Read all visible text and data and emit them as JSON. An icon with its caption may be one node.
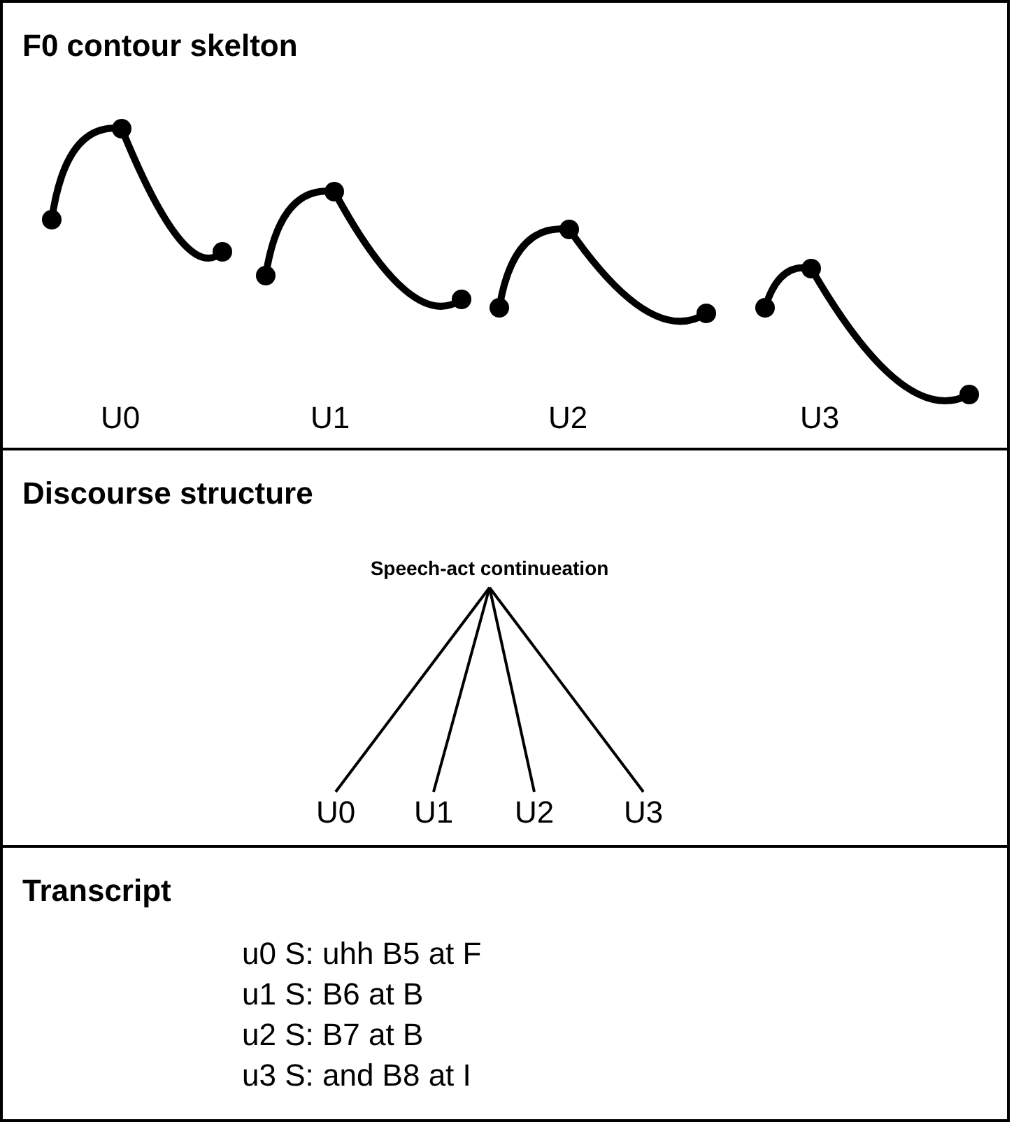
{
  "diagram": {
    "nodes": [
      {
        "text": [
          "F0 contour skelton"
        ]
      },
      {
        "text": [
          "Discourse structure"
        ]
      },
      {
        "text": [
          "Speech-act continueation"
        ],
        "in": 1
      },
      {
        "text": [
          "U0"
        ],
        "in": 1
      },
      {
        "text": [
          "U1"
        ],
        "in": 1
      },
      {
        "text": [
          "U2"
        ],
        "in": 1
      },
      {
        "text": [
          "U3"
        ],
        "in": 1
      },
      {
        "text": [
          "Transcript"
        ]
      }
    ],
    "edges": [
      {
        "from": 2,
        "to": 3,
        "arrow": "none"
      },
      {
        "from": 2,
        "to": 4,
        "arrow": "none"
      },
      {
        "from": 2,
        "to": 5,
        "arrow": "none"
      },
      {
        "from": 2,
        "to": 6,
        "arrow": "none"
      }
    ],
    "labels": [
      "U0",
      "U1",
      "U2",
      "U3",
      "u0 S: uhh B5 at F",
      "u1 S: B6 at B",
      "u2 S: B7 at B",
      "u3 S: and B8 at I"
    ]
  }
}
